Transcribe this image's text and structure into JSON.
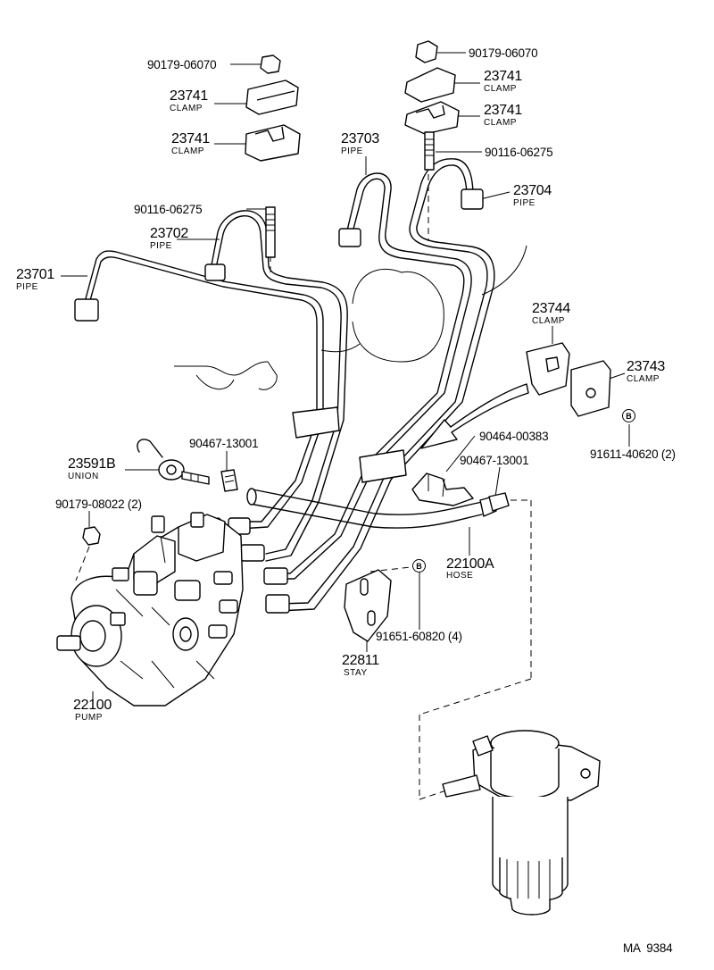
{
  "diagram_id": "MA  9384",
  "colors": {
    "ink": "#000000",
    "paper": "#ffffff"
  },
  "parts": [
    {
      "key": "nut_top_left",
      "number": "90179-06070",
      "name": ""
    },
    {
      "key": "clamp_tl_1",
      "number": "23741",
      "name": "CLAMP"
    },
    {
      "key": "clamp_tl_2",
      "number": "23741",
      "name": "CLAMP"
    },
    {
      "key": "nut_top_right",
      "number": "90179-06070",
      "name": ""
    },
    {
      "key": "clamp_tr_1",
      "number": "23741",
      "name": "CLAMP"
    },
    {
      "key": "clamp_tr_2",
      "number": "23741",
      "name": "CLAMP"
    },
    {
      "key": "stud_right",
      "number": "90116-06275",
      "name": ""
    },
    {
      "key": "pipe_23703",
      "number": "23703",
      "name": "PIPE"
    },
    {
      "key": "pipe_23704",
      "number": "23704",
      "name": "PIPE"
    },
    {
      "key": "stud_left",
      "number": "90116-06275",
      "name": ""
    },
    {
      "key": "pipe_23702",
      "number": "23702",
      "name": "PIPE"
    },
    {
      "key": "pipe_23701",
      "number": "23701",
      "name": "PIPE"
    },
    {
      "key": "clamp_23744",
      "number": "23744",
      "name": "CLAMP"
    },
    {
      "key": "clamp_23743",
      "number": "23743",
      "name": "CLAMP"
    },
    {
      "key": "bolt_91611",
      "number": "91611-40620 (2)",
      "name": ""
    },
    {
      "key": "clamp_90464",
      "number": "90464-00383",
      "name": ""
    },
    {
      "key": "clip_90467_left",
      "number": "90467-13001",
      "name": ""
    },
    {
      "key": "clip_90467_right",
      "number": "90467-13001",
      "name": ""
    },
    {
      "key": "union_23591b",
      "number": "23591B",
      "name": "UNION"
    },
    {
      "key": "nut_90179_08022",
      "number": "90179-08022 (2)",
      "name": ""
    },
    {
      "key": "hose_22100a",
      "number": "22100A",
      "name": "HOSE"
    },
    {
      "key": "bolt_91651",
      "number": "91651-60820 (4)",
      "name": ""
    },
    {
      "key": "stay_22811",
      "number": "22811",
      "name": "STAY"
    },
    {
      "key": "pump_22100",
      "number": "22100",
      "name": "PUMP"
    }
  ],
  "badges": {
    "b1": "B",
    "b2": "B"
  }
}
